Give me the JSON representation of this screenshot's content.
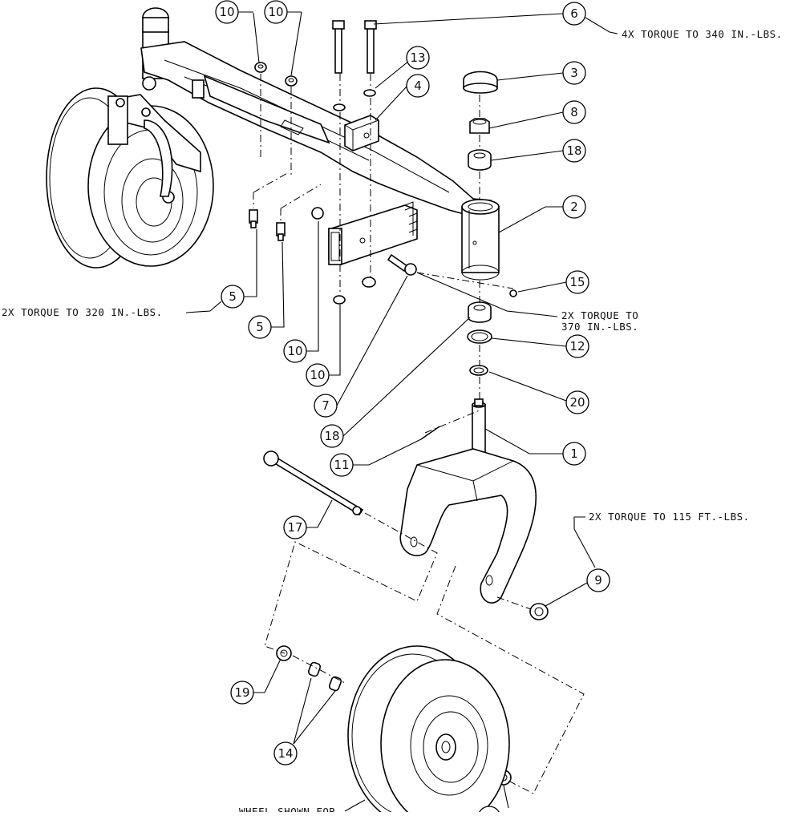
{
  "callouts": {
    "c1": "1",
    "c2": "2",
    "c3": "3",
    "c4": "4",
    "c5a": "5",
    "c5b": "5",
    "c6": "6",
    "c7": "7",
    "c8": "8",
    "c9": "9",
    "c10a": "10",
    "c10b": "10",
    "c10c": "10",
    "c10d": "10",
    "c11": "11",
    "c12": "12",
    "c13": "13",
    "c14": "14",
    "c15": "15",
    "c17": "17",
    "c18a": "18",
    "c18b": "18",
    "c19": "19",
    "c20": "20"
  },
  "notes": {
    "torque_340": "4X TORQUE TO 340 IN.-LBS.",
    "torque_320": "2X TORQUE TO 320 IN.-LBS.",
    "torque_370_line1": "2X TORQUE TO",
    "torque_370_line2": "370 IN.-LBS.",
    "torque_115": "2X TORQUE TO 115 FT.-LBS.",
    "wheel_note": "WHEEL SHOWN FOR"
  },
  "icons": {
    "wheel": "caster-wheel-icon",
    "frame": "front-axle-frame-icon",
    "fork": "caster-fork-icon"
  }
}
